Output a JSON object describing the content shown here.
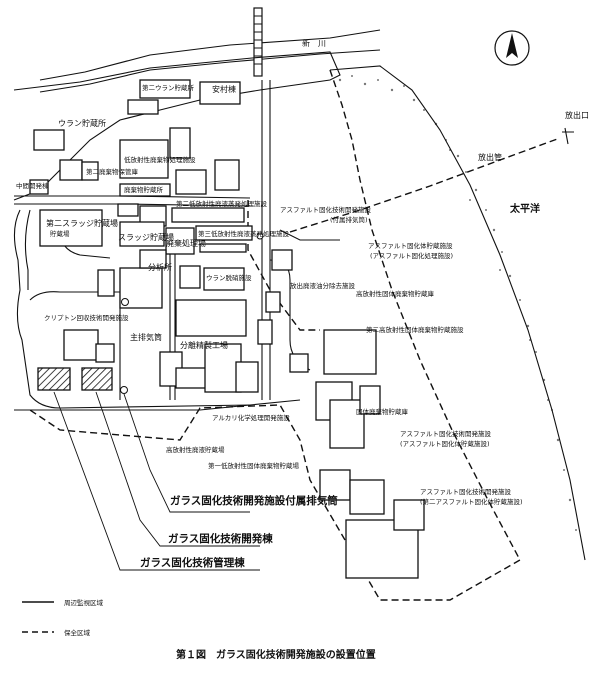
{
  "map": {
    "caption": "第１図　ガラス固化技術開発施設の設置位置",
    "river": "新　川",
    "sea": "太平洋",
    "water_outlet": "放出口",
    "outlet_pipe": "放出管",
    "legend": {
      "solid_line_label": "周辺監視区域",
      "dashed_line_label": "保全区域"
    },
    "labels": {
      "plutonium_fuel": "第二ウラン貯蔵所",
      "security_office": "安村棟",
      "uranium_storage": "ウラン貯蔵所",
      "second_storage": "第二廃棄物保管庫",
      "low_level_building": "低放射性廃棄物処理施設",
      "chubu": "中間開発棟",
      "waste_storage_building": "廃棄物貯蔵所",
      "second_low_level": "第二低放射性廃液蒸発処理施設",
      "second_sludge": "第二スラッジ貯蔵場",
      "sludge": "スラッジ貯蔵場",
      "waste_treatment": "廃棄処理場",
      "third_low_level": "第三低放射性廃液蒸発処理施設",
      "analysis": "分析所",
      "separation": "分離精製工場",
      "uranium_denitration": "ウラン脱硝施設",
      "krypton": "クリプトン回収技術開発施設",
      "main_exhaust": "主排気筒",
      "tanks": "貯蔵場",
      "asphalt_solidification": "アスファルト固化技術開発施設",
      "asphalt_exhaust": "(付属排気筒)",
      "asphalt_storage": "アスファルト固化体貯蔵施設",
      "asphalt_storage_sub": "(アスファルト固化処理施設)",
      "discharge_facility": "放出廃液油分除去施設",
      "high_solid_storage": "高放射性固体廃棄物貯蔵庫",
      "second_high_solid": "第二高放射性固体廃棄物貯蔵施設",
      "high_liquid_storage": "高放射性廃液貯蔵場",
      "alkali": "アルカリ化学処理開発施設",
      "low_solid": "第一低放射性固体廃棄物貯蔵場",
      "asphalt_dev": "アスファルト固化技術開発施設",
      "asphalt_dev_sub": "(アスファルト固化体貯蔵施設)",
      "asphalt_dev2": "アスファルト固化技術開発施設",
      "asphalt_dev2_sub": "(第二アスファルト固化体貯蔵施設)",
      "vertical_storage": "固体廃棄物貯蔵庫"
    },
    "callouts": {
      "glass_exhaust": "ガラス固化技術開発施設付属排気筒",
      "glass_building": "ガラス固化技術開発棟",
      "glass_management": "ガラス固化技術管理棟"
    }
  }
}
